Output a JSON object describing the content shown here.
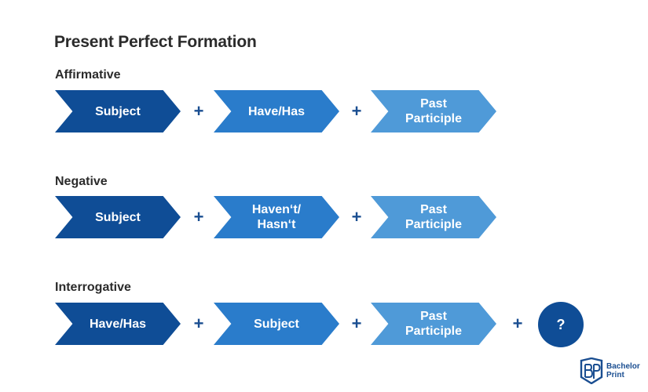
{
  "title": "Present Perfect Formation",
  "colors": {
    "dark": "#0f4d96",
    "mid": "#2a7ccb",
    "light": "#4f9ad8",
    "plus": "#1a4e91"
  },
  "sections": [
    {
      "label": "Affirmative",
      "chevrons": [
        "Subject",
        "Have/Has",
        "Past\nParticiple"
      ],
      "plus": "+"
    },
    {
      "label": "Negative",
      "chevrons": [
        "Subject",
        "Haven‘t/\nHasn‘t",
        "Past\nParticiple"
      ],
      "plus": "+"
    },
    {
      "label": "Interrogative",
      "chevrons": [
        "Have/Has",
        "Subject",
        "Past\nParticiple"
      ],
      "plus": "+",
      "question": "?"
    }
  ],
  "logo": {
    "line1": "Bachelor",
    "line2": "Print",
    "icon": "bp-logo-icon"
  }
}
